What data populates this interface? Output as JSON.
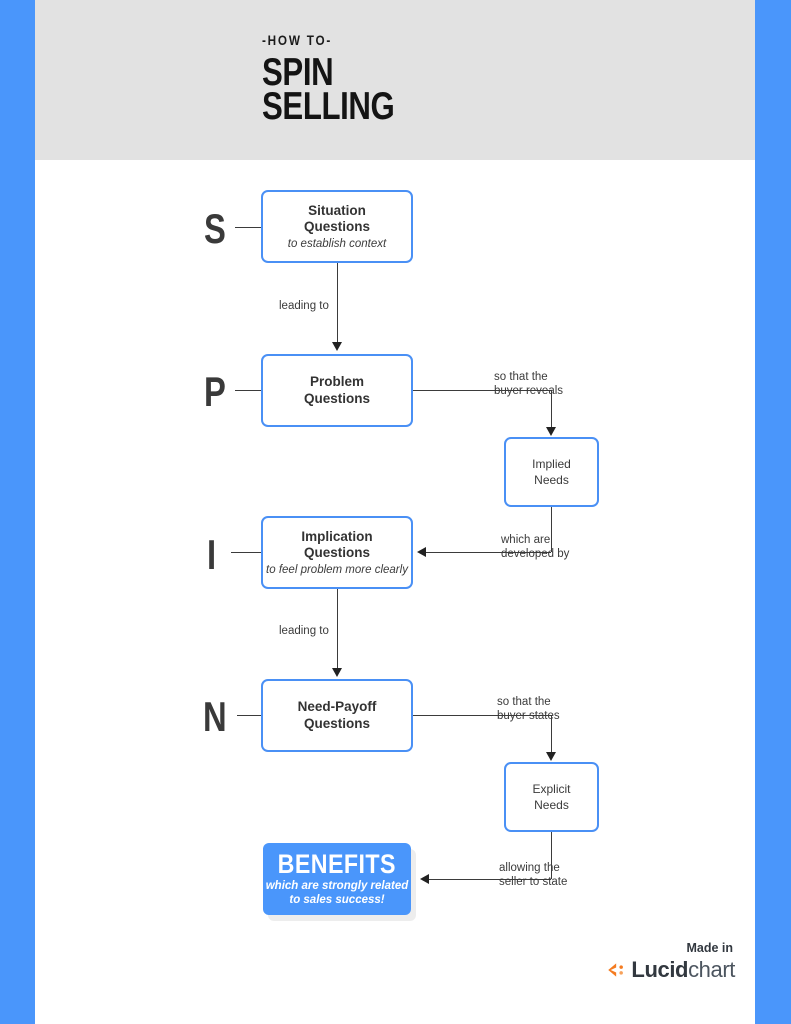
{
  "frame": {
    "accent_color": "#4a96fb",
    "header_bg": "#e2e2e2",
    "box_border": "#4a90f5"
  },
  "header": {
    "eyebrow": "-HOW TO-",
    "title_line1": "SPIN",
    "title_line2": "SELLING"
  },
  "letters": {
    "s": "S",
    "p": "P",
    "i": "I",
    "n": "N"
  },
  "boxes": {
    "situation": {
      "title_line1": "Situation",
      "title_line2": "Questions",
      "subtitle": "to establish context"
    },
    "problem": {
      "title_line1": "Problem",
      "title_line2": "Questions",
      "subtitle": ""
    },
    "implication": {
      "title_line1": "Implication",
      "title_line2": "Questions",
      "subtitle": "to feel problem more clearly"
    },
    "needpayoff": {
      "title_line1": "Need-Payoff",
      "title_line2": "Questions",
      "subtitle": ""
    },
    "implied": {
      "title_line1": "Implied",
      "title_line2": "Needs"
    },
    "explicit": {
      "title_line1": "Explicit",
      "title_line2": "Needs"
    }
  },
  "benefits": {
    "title": "BENEFITS",
    "sub_line1": "which are strongly related",
    "sub_line2": "to sales success!"
  },
  "edges": {
    "s_to_p": {
      "line1": "leading to",
      "line2": ""
    },
    "p_to_implied": {
      "line1": "so that the",
      "line2": "buyer reveals"
    },
    "implied_to_i": {
      "line1": "which are",
      "line2": "developed by"
    },
    "i_to_n": {
      "line1": "leading to",
      "line2": ""
    },
    "n_to_explicit": {
      "line1": "so that the",
      "line2": "buyer states"
    },
    "explicit_to_benefits": {
      "line1": "allowing the",
      "line2": "seller to state"
    }
  },
  "footer": {
    "made_in": "Made in",
    "brand_bold": "Lucid",
    "brand_light": "chart",
    "logo_color": "#f47b20"
  }
}
